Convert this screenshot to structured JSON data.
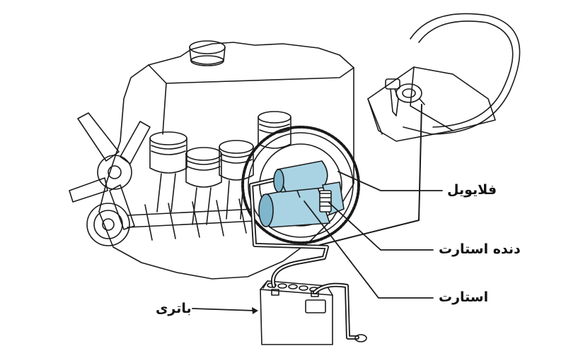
{
  "labels": {
    "flywheel": "فلایویل",
    "starter_gear": "دنده استارت",
    "starter": "استارت",
    "battery": "باتری"
  },
  "colors": {
    "line": "#1a1a1a",
    "starter_fill": "#a9d3e3",
    "starter_shade": "#7fb6cc",
    "background": "#ffffff"
  }
}
